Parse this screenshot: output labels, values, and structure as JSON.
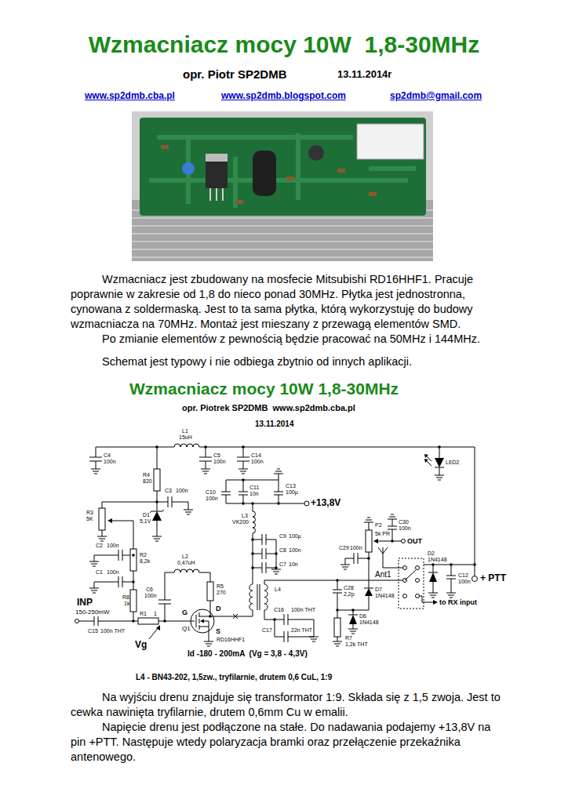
{
  "diagram": {
    "title": "Wzmacniacz mocy 10W  1,8-30MHz",
    "labels": [
      "opr. Piotr SP2DMB",
      "13.11.2014r",
      "www.sp2dmb.cba.pl",
      "www.sp2dmb.blogspot.com",
      "sp2dmb@gmail.com",
      "Wzmacniacz jest zbudowany na mosfecie Mitsubishi RD16HHF1. Pracuje poprawnie w zakresie od 1,8 do nieco ponad 30MHz. Płytka jest jednostronna, cynowana z soldermaską. Jest to ta sama płytka, którą wykorzystuję do budowy wzmacniacza na 70MHz. Montaż jest mieszany z przewagą elementów SMD.",
      "Po zmianie elementów z pewnością będzie pracować na 50MHz i 144MHz.",
      "Schemat jest typowy i nie odbiega zbytnio od innych aplikacji.",
      "Wzmacniacz mocy 10W 1,8-30MHz",
      "opr. Piotrek SP2DMB  www.sp2dmb.cba.pl",
      "13.11.2014",
      "L1",
      "15uH",
      "C4",
      "100n",
      "C5",
      "100n",
      "C14",
      "100n",
      "R4",
      "820",
      "C3",
      "100n",
      "C10",
      "100n",
      "C11",
      "10n",
      "C13",
      "100µ",
      "+13,8V",
      "R3",
      "5K",
      "D1",
      "5,1V",
      "L3",
      "VK200",
      "C9",
      "100µ",
      "C8",
      "100n",
      "C7",
      "10n",
      "P2",
      "5k PR",
      "C30",
      "100n",
      "LED2",
      "OUT",
      "C2",
      "100n",
      "R2",
      "8,2k",
      "L2",
      "0,47uH",
      "C29",
      "100n",
      "D2",
      "1N4148",
      "C12",
      "100n",
      "+ PTT",
      "C1",
      "100n",
      "Ant1",
      "R5",
      "270",
      "C6",
      "100n",
      "L4",
      "C28",
      "2,2p",
      "D7",
      "1N4148",
      "R8",
      "1k",
      "to RX input",
      "INP",
      "150-250mW",
      "C16",
      "100n THT",
      "R1",
      "1",
      "G",
      "D",
      "D6",
      "1N4148",
      "Q1",
      "S",
      "C15",
      "100n THT",
      "C17",
      "22n THT",
      "R7",
      "1,2k THT",
      "RD16HHF1",
      "Vg",
      "Id -180 - 200mA  (Vg = 3,8 - 4,3V)",
      "L4 - BN43-202, 1,5zw., tryfilarnie, drutem 0,6 CuL, 1:9",
      "Na wyjściu drenu znajduje się transformator 1:9. Składa się z 1,5 zwoja. Jest to cewka nawinięta tryfilarnie, drutem 0,6mm Cu w emalii.",
      "Napięcie drenu jest podłączone na stałe. Do nadawania podajemy +13,8V na pin +PTT. Następuje wtedy polaryzacja bramki oraz przełączenie przekaźnika antenowego."
    ]
  }
}
